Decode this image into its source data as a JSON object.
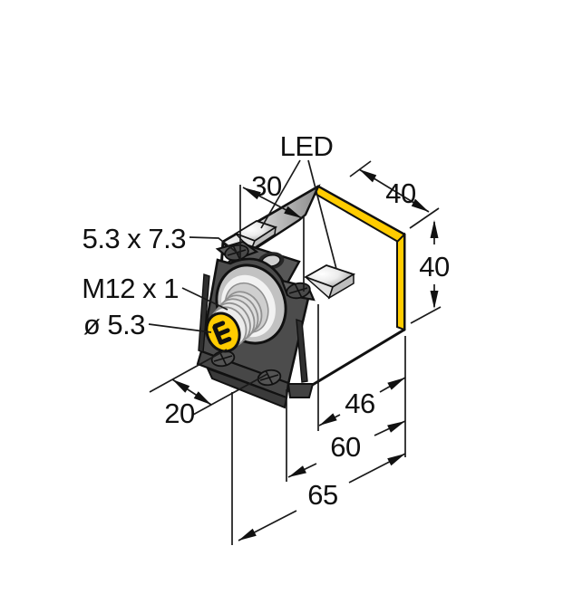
{
  "drawing_labels": {
    "led": "LED",
    "slot_size": "5.3 x 7.3",
    "thread_size": "M12 x 1",
    "hole_diameter": "ø 5.3"
  },
  "dimensions": {
    "width_30": "30",
    "depth_40": "40",
    "height_40": "40",
    "bracket_20": "20",
    "length_46": "46",
    "length_60": "60",
    "length_65": "65"
  },
  "colors": {
    "accent_yellow": "#FFCC00",
    "body_gray": "#515151",
    "line_black": "#111111",
    "background": "#FFFFFF"
  }
}
